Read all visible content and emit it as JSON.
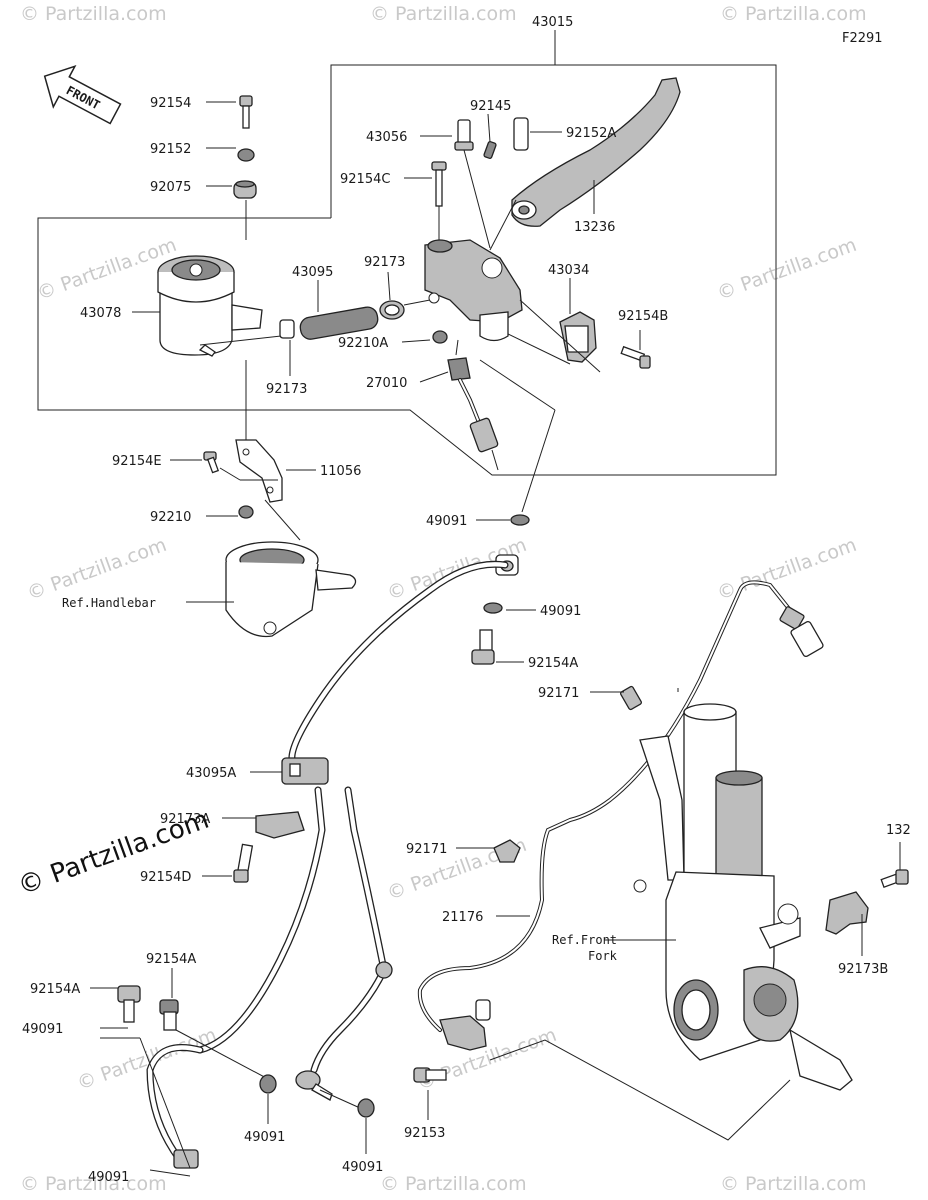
{
  "figure_code": "F2291",
  "front_marker": "FRONT",
  "watermark": "© Partzilla.com",
  "watermark_small": "© Partzilla.com",
  "labels": {
    "p43015": "43015",
    "p92154": "92154",
    "p92152": "92152",
    "p92075": "92075",
    "p43078": "43078",
    "p92173_a": "92173",
    "p43095": "43095",
    "p92173_b": "92173",
    "p92210A": "92210A",
    "p27010": "27010",
    "p43056": "43056",
    "p92145": "92145",
    "p92152A": "92152A",
    "p92154C": "92154C",
    "p13236": "13236",
    "p43034": "43034",
    "p92154B": "92154B",
    "p92154E": "92154E",
    "p11056": "11056",
    "p92210": "92210",
    "p49091_a": "49091",
    "p49091_b": "49091",
    "p92154A_a": "92154A",
    "ref_handlebar": "Ref.Handlebar",
    "p92171_a": "92171",
    "p43095A": "43095A",
    "p92173A": "92173A",
    "p92154D": "92154D",
    "p92171_b": "92171",
    "p21176": "21176",
    "ref_front_fork_1": "Ref.Front",
    "ref_front_fork_2": "Fork",
    "p132": "132",
    "p92173B": "92173B",
    "p92154A_b": "92154A",
    "p92154A_c": "92154A",
    "p49091_c": "49091",
    "p49091_d": "49091",
    "p49091_e": "49091",
    "p92153": "92153",
    "p49091_f": "49091"
  }
}
